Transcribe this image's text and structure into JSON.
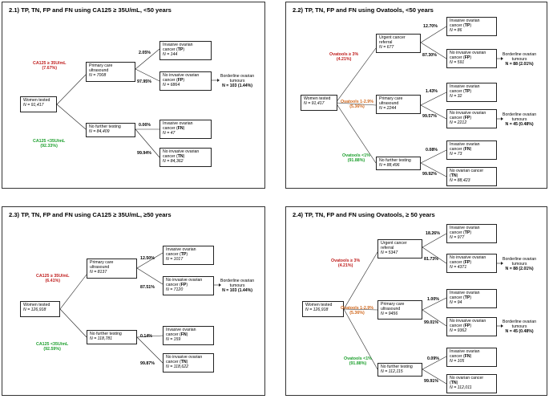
{
  "p1": {
    "title": "2.1) TP, TN, FP and FN using CA125 ≥ 35U/mL, <50 years",
    "root": {
      "label": "Women tested",
      "n": "N = 91,417"
    },
    "branch_a": {
      "label": "CA125 ≥ 35U/mL",
      "pct": "(7.67%)"
    },
    "branch_b": {
      "label": "CA125 <35U/mL",
      "pct": "(92.33%)"
    },
    "node_a": {
      "l1": "Primary care",
      "l2": "ultrasound",
      "n": "N = 7008"
    },
    "node_b": {
      "l1": "No further testing",
      "n": "N = 84,409"
    },
    "tp": {
      "l1": "Invasive ovarian",
      "l2": "cancer (TP)",
      "n": "N = 144",
      "pct": "2.05%"
    },
    "fp": {
      "l1": "No invasive ovarian",
      "l2": "cancer (FP)",
      "n": "N = 6864",
      "pct": "97.95%"
    },
    "fn": {
      "l1": "Invasive ovarian",
      "l2": "cancer (FN)",
      "n": "N = 47",
      "pct": "0.06%"
    },
    "tn": {
      "l1": "No invasive ovarian",
      "l2": "cancer (TN)",
      "n": "N = 84,362",
      "pct": "99.94%"
    },
    "borderline": {
      "l1": "Borderline ovarian",
      "l2": "tumours",
      "n": "N = 103 (1.44%)"
    }
  },
  "p2": {
    "title": "2.2) TP, TN, FP and FN using Ovatools, <50 years",
    "root": {
      "label": "Women tested",
      "n": "N = 91,417"
    },
    "branch_a": {
      "label": "Ovatools ≥ 3%",
      "pct": "(4.21%)"
    },
    "branch_b": {
      "label": "Ovatools 1-2.9%",
      "pct": "(5.36%)"
    },
    "branch_c": {
      "label": "Ovatools <1%",
      "pct": "(91.88%)"
    },
    "node_a": {
      "l1": "Urgent cancer",
      "l2": "referral",
      "n": "N = 677"
    },
    "node_b": {
      "l1": "Primary care",
      "l2": "ultrasound",
      "n": "N = 2244"
    },
    "node_c": {
      "l1": "No further testing",
      "n": "N = 88,496"
    },
    "a_tp": {
      "l1": "Invasive ovarian",
      "l2": "cancer (TP)",
      "n": "N = 86",
      "pct": "12.70%"
    },
    "a_fp": {
      "l1": "No invasive ovarian",
      "l2": "cancer (FP)",
      "n": "N = 591",
      "pct": "87.30%"
    },
    "b_tp": {
      "l1": "Invasive ovarian",
      "l2": "cancer (TP)",
      "n": "N = 32",
      "pct": "1.43%"
    },
    "b_fp": {
      "l1": "No invasive ovarian",
      "l2": "cancer (FP)",
      "n": "N = 2212",
      "pct": "99.57%"
    },
    "c_fn": {
      "l1": "Invasive ovarian",
      "l2": "cancer (FN)",
      "n": "N = 73",
      "pct": "0.08%"
    },
    "c_tn": {
      "l1": "No ovarian cancer",
      "l2": "(TN)",
      "n": "N = 88,423",
      "pct": "99.92%"
    },
    "border_a": {
      "l1": "Borderline ovarian",
      "l2": "tumours",
      "n": "N = 88 (2.01%)"
    },
    "border_b": {
      "l1": "Borderline ovarian",
      "l2": "tumours",
      "n": "N = 45 (0.48%)"
    }
  },
  "p3": {
    "title": "2.3) TP, TN, FP and FN using CA125 ≥ 35U/mL, ≥50 years",
    "root": {
      "label": "Women tested",
      "n": "N = 126,918"
    },
    "branch_a": {
      "label": "CA125 ≥ 35U/mL",
      "pct": "(6.41%)"
    },
    "branch_b": {
      "label": "CA125 <35U/mL",
      "pct": "(92.59%)"
    },
    "node_a": {
      "l1": "Primary care",
      "l2": "ultrasound",
      "n": "N = 8137"
    },
    "node_b": {
      "l1": "No further testing",
      "n": "N = 118,781"
    },
    "tp": {
      "l1": "Invasive ovarian",
      "l2": "cancer (TP)",
      "n": "N = 1017",
      "pct": "12.50%"
    },
    "fp": {
      "l1": "No invasive ovarian",
      "l2": "cancer (FP)",
      "n": "N = 7120",
      "pct": "87.51%"
    },
    "fn": {
      "l1": "Invasive ovarian",
      "l2": "cancer (FN)",
      "n": "N = 159",
      "pct": "0.14%"
    },
    "tn": {
      "l1": "No invasive ovarian",
      "l2": "cancer (TN)",
      "n": "N = 118,622",
      "pct": "99.87%"
    },
    "borderline": {
      "l1": "Borderline ovarian",
      "l2": "tumours",
      "n": "N = 103 (1.44%)"
    }
  },
  "p4": {
    "title": "2.4) TP, TN, FP and FN using Ovatools, ≥ 50 years",
    "root": {
      "label": "Women tested",
      "n": "N = 126,918"
    },
    "branch_a": {
      "label": "Ovatools ≥ 3%",
      "pct": "(4.21%)"
    },
    "branch_b": {
      "label": "Ovatools 1-2.9%",
      "pct": "(5.36%)"
    },
    "branch_c": {
      "label": "Ovatools <1%",
      "pct": "(91.88%)"
    },
    "node_a": {
      "l1": "Urgent cancer",
      "l2": "referral",
      "n": "N = 5347"
    },
    "node_b": {
      "l1": "Primary care",
      "l2": "ultrasound",
      "n": "N = 9456"
    },
    "node_c": {
      "l1": "No further testing",
      "n": "N = 112,115"
    },
    "a_tp": {
      "l1": "Invasive ovarian",
      "l2": "cancer (TP)",
      "n": "N = 977",
      "pct": "18.26%"
    },
    "a_fp": {
      "l1": "No invasive ovarian",
      "l2": "cancer (FP)",
      "n": "N = 4371",
      "pct": "81.73%"
    },
    "b_tp": {
      "l1": "Invasive ovarian",
      "l2": "cancer (TP)",
      "n": "N = 94",
      "pct": "1.00%"
    },
    "b_fp": {
      "l1": "No invasive ovarian",
      "l2": "cancer (FP)",
      "n": "N = 9362",
      "pct": "99.01%"
    },
    "c_fn": {
      "l1": "Invasive ovarian",
      "l2": "cancer (FN)",
      "n": "N = 105",
      "pct": "0.09%"
    },
    "c_tn": {
      "l1": "No ovarian cancer",
      "l2": "(TN)",
      "n": "N = 112,011",
      "pct": "99.91%"
    },
    "border_a": {
      "l1": "Borderline ovarian",
      "l2": "tumours",
      "n": "N = 88 (2.01%)"
    },
    "border_b": {
      "l1": "Borderline ovarian",
      "l2": "tumours",
      "n": "N = 45 (0.48%)"
    }
  },
  "colors": {
    "high": "#c0201f",
    "mid": "#d2691e",
    "low": "#1fa02f"
  }
}
